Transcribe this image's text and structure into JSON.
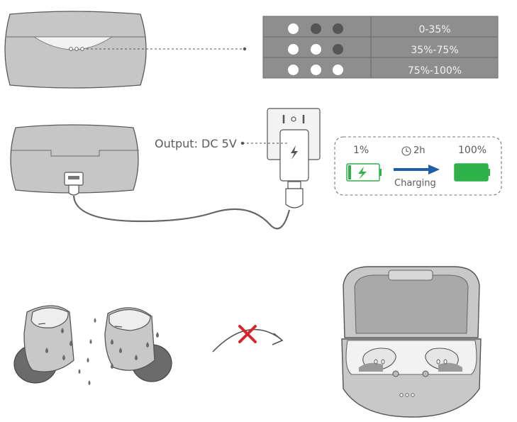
{
  "battery_table": {
    "rows": [
      {
        "label": "0-35%",
        "leds": [
          "on",
          "off",
          "off"
        ]
      },
      {
        "label": "35%-75%",
        "leds": [
          "on",
          "on",
          "off"
        ]
      },
      {
        "label": "75%-100%",
        "leds": [
          "on",
          "on",
          "on"
        ]
      }
    ]
  },
  "charger": {
    "output_label": "Output: DC 5V"
  },
  "charging_info": {
    "start_level": "1%",
    "duration": "2h",
    "end_level": "100%",
    "status": "Charging",
    "colors": {
      "battery_green": "#2fb24a",
      "arrow_blue": "#1f5ea8"
    }
  },
  "icons": [
    "clock-icon",
    "lightning-icon",
    "cross-icon"
  ],
  "colors": {
    "case_gray": "#c4c4c4",
    "outline": "#555555",
    "table_gray": "#8e8e8e",
    "cross_red": "#d6262b"
  }
}
